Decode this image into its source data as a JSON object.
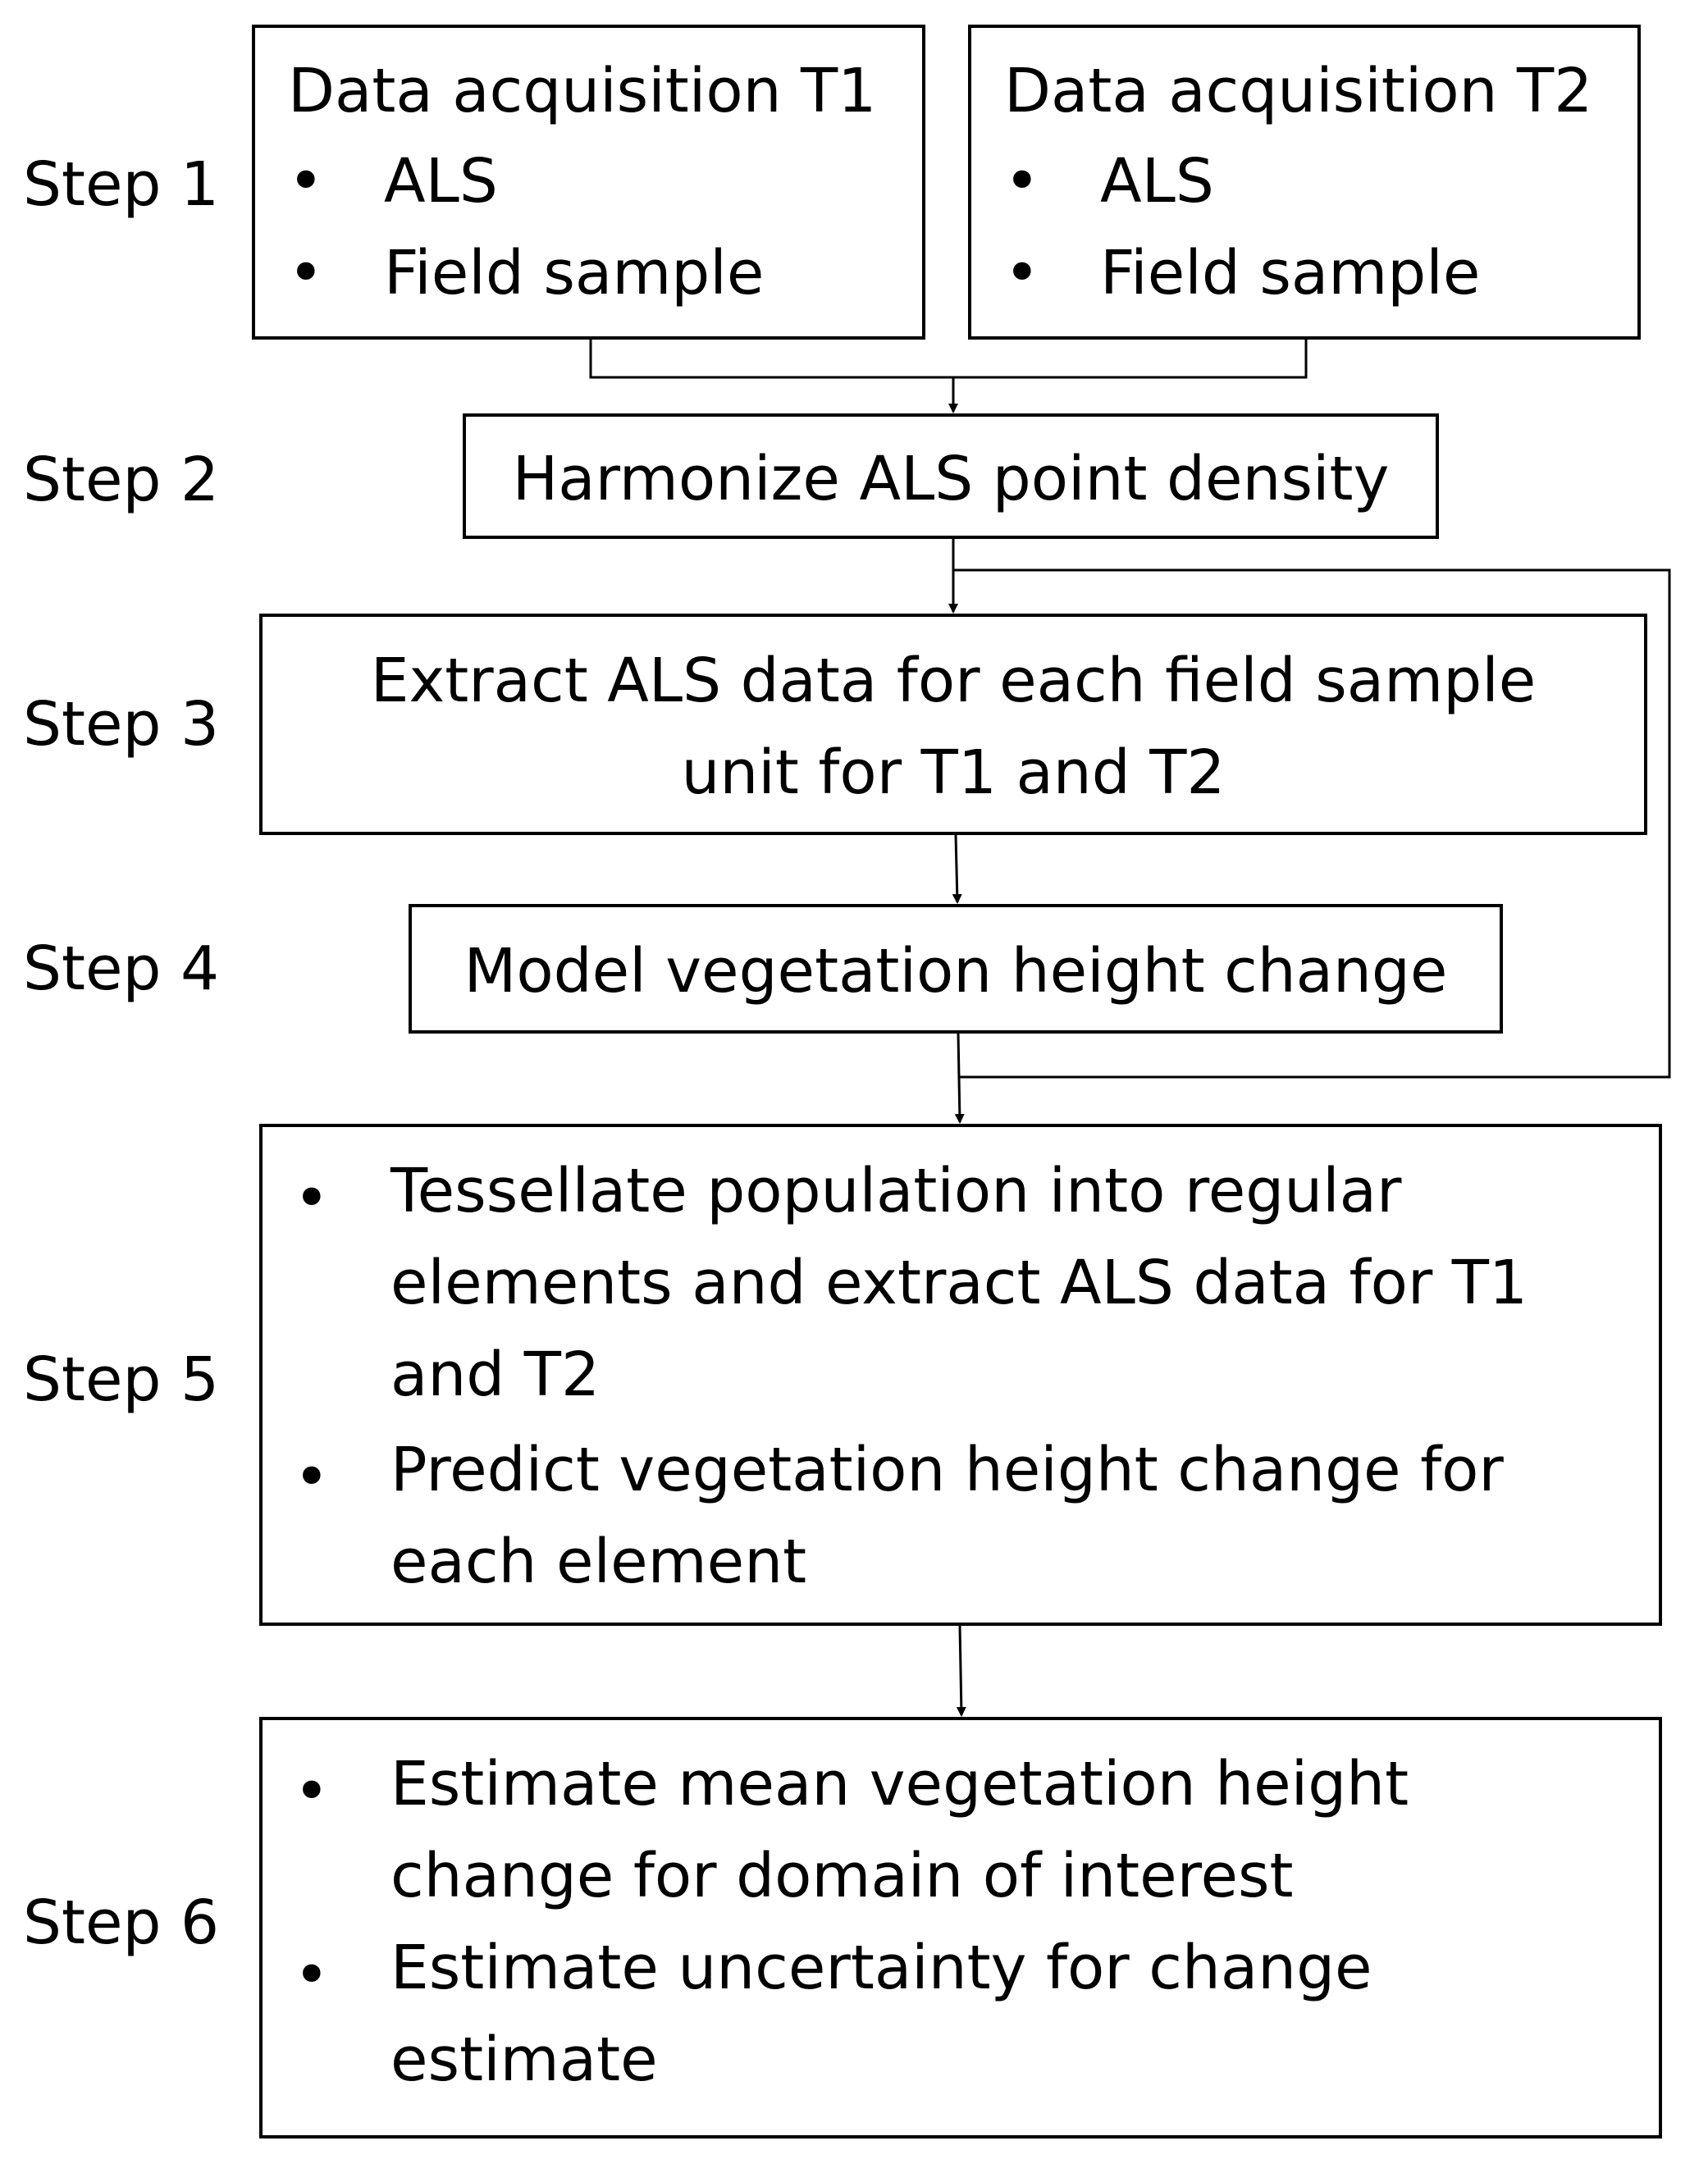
{
  "steps": {
    "step1": "Step 1",
    "step2": "Step 2",
    "step3": "Step 3",
    "step4": "Step 4",
    "step5": "Step 5",
    "step6": "Step 6"
  },
  "box_t1": {
    "title": "Data acquisition T1",
    "items": [
      "ALS",
      "Field sample"
    ]
  },
  "box_t2": {
    "title": "Data acquisition T2",
    "items": [
      "ALS",
      "Field sample"
    ]
  },
  "box_harmonize": {
    "text": "Harmonize ALS point density"
  },
  "box_extract": {
    "line1": "Extract ALS data for each field sample",
    "line2": "unit for T1 and T2"
  },
  "box_model": {
    "text": "Model vegetation height change"
  },
  "box_tessellate": {
    "items": [
      {
        "lines": [
          "Tessellate population into regular",
          "elements and extract ALS data for T1",
          "and T2"
        ]
      },
      {
        "lines": [
          "Predict vegetation height change for",
          "each element"
        ]
      }
    ]
  },
  "box_estimate": {
    "items": [
      {
        "lines": [
          "Estimate mean vegetation height",
          "change for domain of interest"
        ]
      },
      {
        "lines": [
          "Estimate uncertainty for change",
          "estimate"
        ]
      }
    ]
  }
}
